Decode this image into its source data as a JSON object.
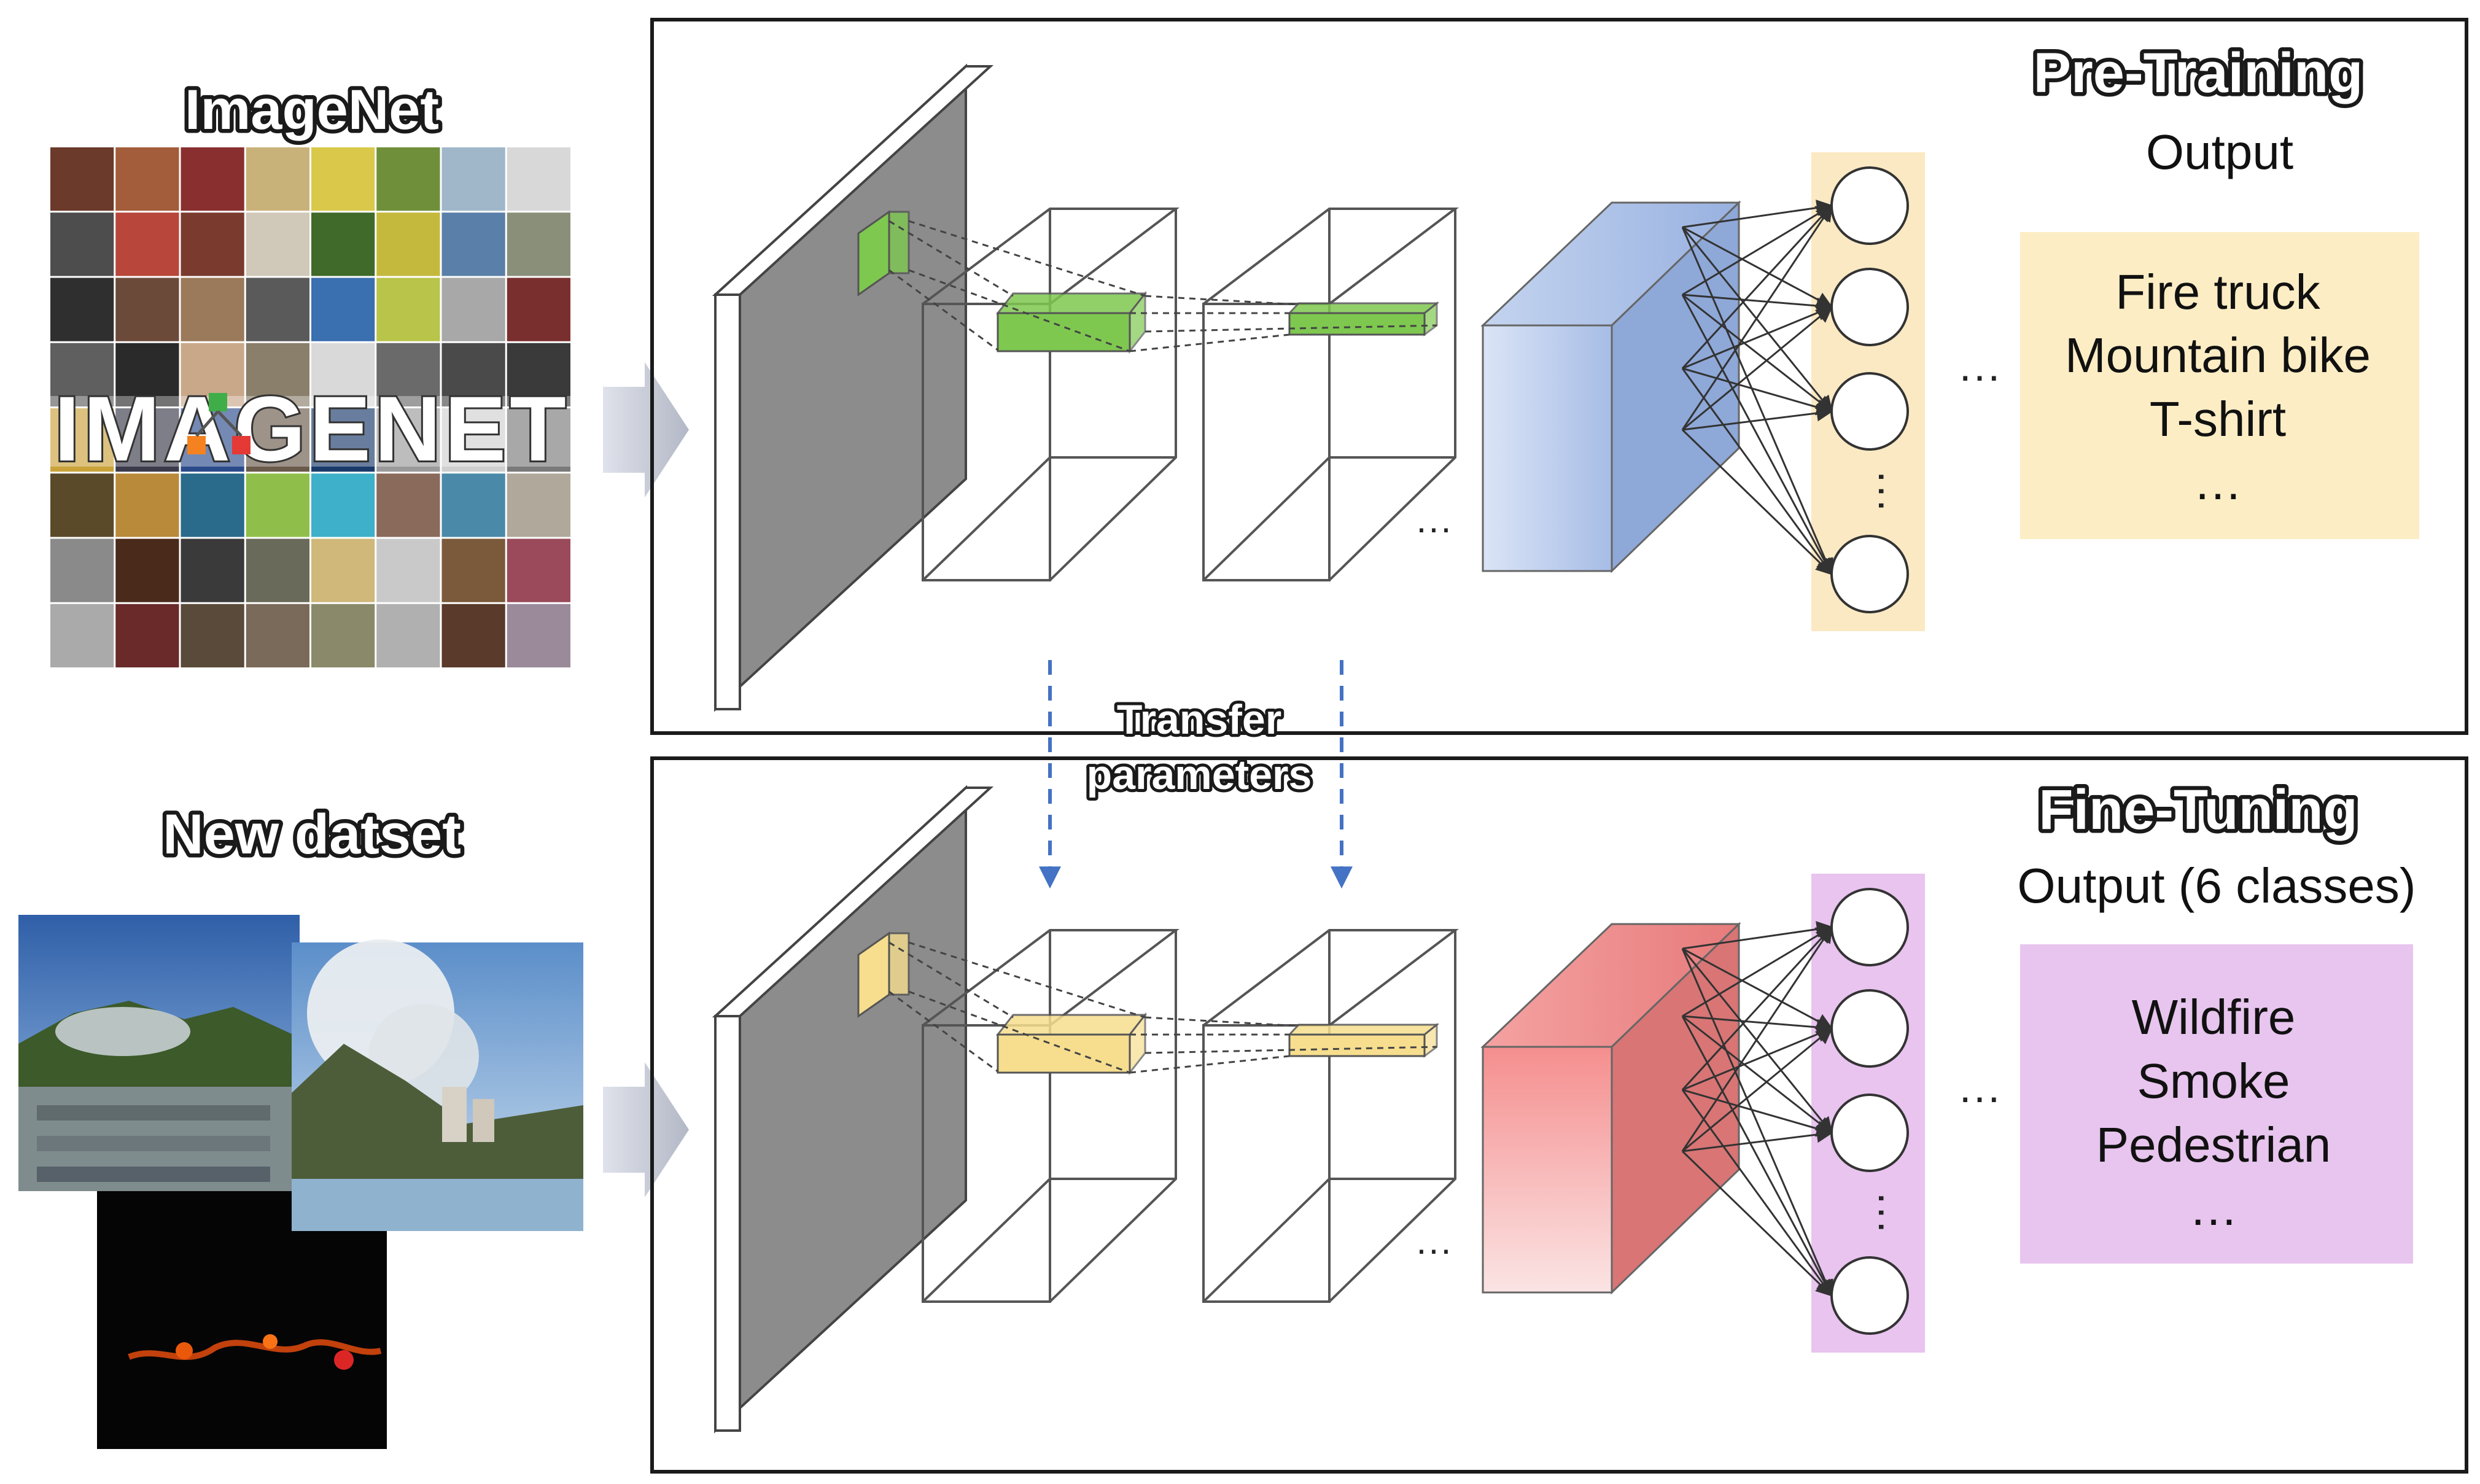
{
  "inputs": {
    "imagenet_label": "ImageNet",
    "imagenet_logo": "IMAGENET",
    "new_dataset_label": "New datset"
  },
  "pretraining": {
    "title": "Pre-Training",
    "output_label": "Output",
    "classes": [
      "Fire truck",
      "Mountain bike",
      "T-shirt",
      "…"
    ],
    "box_color": "#fcedc4",
    "neuron_column_color": "#fbe9c3",
    "filter_color": "#7ec850",
    "dense_color": "#b4c6e7"
  },
  "transfer": {
    "label_line1": "Transfer",
    "label_line2": "parameters",
    "arrow_color": "#4472c4"
  },
  "finetuning": {
    "title": "Fine-Tuning",
    "output_label": "Output (6 classes)",
    "classes": [
      "Wildfire",
      "Smoke",
      "Pedestrian",
      "…"
    ],
    "box_color": "#e7c5ee",
    "neuron_column_color": "#e8c4ef",
    "filter_color": "#f6de8e",
    "dense_color": "#f4a3a3"
  },
  "ellipsis": "…",
  "ellipsis_wide": "···"
}
